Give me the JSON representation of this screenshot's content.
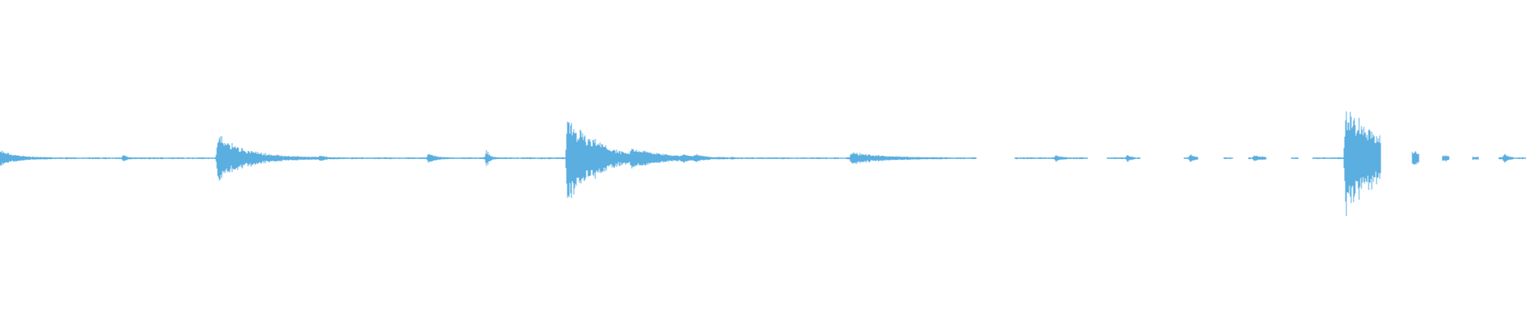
{
  "waveform": {
    "color": "#5aaee0",
    "baseline_color": "#5aaee0",
    "background": "#ffffff",
    "events": [
      {
        "t": 0.0,
        "amp": 0.1,
        "decay": 0.01,
        "side": "both"
      },
      {
        "t": 0.081,
        "amp": 0.04,
        "decay": 0.002,
        "side": "both"
      },
      {
        "t": 0.143,
        "amp": 0.3,
        "decay": 0.018,
        "side": "both"
      },
      {
        "t": 0.21,
        "amp": 0.03,
        "decay": 0.002,
        "side": "both"
      },
      {
        "t": 0.281,
        "amp": 0.07,
        "decay": 0.004,
        "side": "both"
      },
      {
        "t": 0.319,
        "amp": 0.11,
        "decay": 0.002,
        "side": "both"
      },
      {
        "t": 0.372,
        "amp": 0.55,
        "decay": 0.018,
        "side": "both"
      },
      {
        "t": 0.39,
        "amp": 0.06,
        "decay": 0.006,
        "side": "both"
      },
      {
        "t": 0.414,
        "amp": 0.09,
        "decay": 0.02,
        "side": "both"
      },
      {
        "t": 0.448,
        "amp": 0.03,
        "decay": 0.004,
        "side": "both"
      },
      {
        "t": 0.456,
        "amp": 0.03,
        "decay": 0.004,
        "side": "both"
      },
      {
        "t": 0.558,
        "amp": 0.07,
        "decay": 0.02,
        "side": "both"
      },
      {
        "t": 0.692,
        "amp": 0.04,
        "decay": 0.003,
        "side": "both"
      },
      {
        "t": 0.739,
        "amp": 0.04,
        "decay": 0.002,
        "side": "both"
      },
      {
        "t": 0.78,
        "amp": 0.05,
        "decay": 0.003,
        "side": "both"
      },
      {
        "t": 0.822,
        "amp": 0.03,
        "decay": 0.006,
        "side": "both"
      },
      {
        "t": 0.882,
        "amp": 0.75,
        "decay": 0.02,
        "side": "both"
      },
      {
        "t": 0.897,
        "amp": 0.1,
        "decay": 0.006,
        "side": "both"
      },
      {
        "t": 0.986,
        "amp": 0.06,
        "decay": 0.002,
        "side": "both"
      }
    ],
    "gaps": [
      {
        "from": 0.64,
        "to": 0.665
      },
      {
        "from": 0.713,
        "to": 0.725
      },
      {
        "from": 0.747,
        "to": 0.776
      },
      {
        "from": 0.785,
        "to": 0.802
      },
      {
        "from": 0.808,
        "to": 0.818
      },
      {
        "from": 0.83,
        "to": 0.846
      },
      {
        "from": 0.851,
        "to": 0.86
      },
      {
        "from": 0.905,
        "to": 0.925
      },
      {
        "from": 0.93,
        "to": 0.945
      },
      {
        "from": 0.95,
        "to": 0.965
      },
      {
        "from": 0.969,
        "to": 0.982
      }
    ]
  }
}
